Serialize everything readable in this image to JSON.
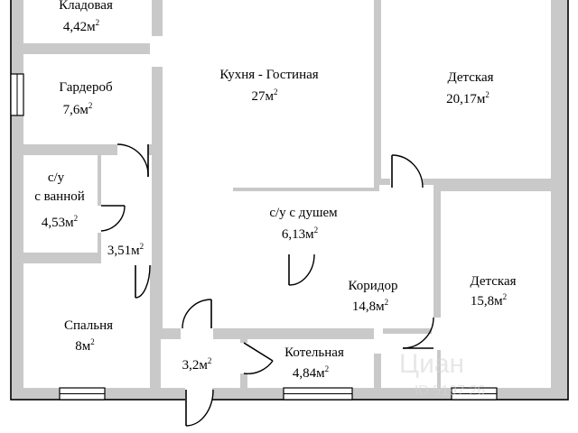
{
  "rooms": [
    {
      "key": "storage",
      "name": "Кладовая",
      "area": "4,42м",
      "unit_power": "2"
    },
    {
      "key": "wardrobe",
      "name": "Гардероб",
      "area": "7,6м",
      "unit_power": "2"
    },
    {
      "key": "kitchen",
      "name": "Кухня - Гостиная",
      "area": "27м",
      "unit_power": "2"
    },
    {
      "key": "kids1",
      "name": "Детская",
      "area": "20,17м",
      "unit_power": "2"
    },
    {
      "key": "bath",
      "name_lines": [
        "с/у",
        "с ванной"
      ],
      "area": "4,53м",
      "unit_power": "2"
    },
    {
      "key": "shower",
      "name": "с/у с душем",
      "area": "6,13м",
      "unit_power": "2"
    },
    {
      "key": "hall1",
      "area": "3,51м",
      "unit_power": "2"
    },
    {
      "key": "corridor",
      "name": "Коридор",
      "area": "14,8м",
      "unit_power": "2"
    },
    {
      "key": "kids2",
      "name": "Детская",
      "area": "15,8м",
      "unit_power": "2"
    },
    {
      "key": "bedroom",
      "name": "Спальня",
      "area": "8м",
      "unit_power": "2"
    },
    {
      "key": "hall2",
      "area": "3,2м",
      "unit_power": "2"
    },
    {
      "key": "boiler",
      "name": "Котельная",
      "area": "4,84м",
      "unit_power": "2"
    }
  ],
  "watermark": {
    "logo": "Циан",
    "code": "ID 5197  26"
  },
  "colors": {
    "wall": "#c9c9c9",
    "floor": "#ffffff",
    "line": "#000000"
  }
}
